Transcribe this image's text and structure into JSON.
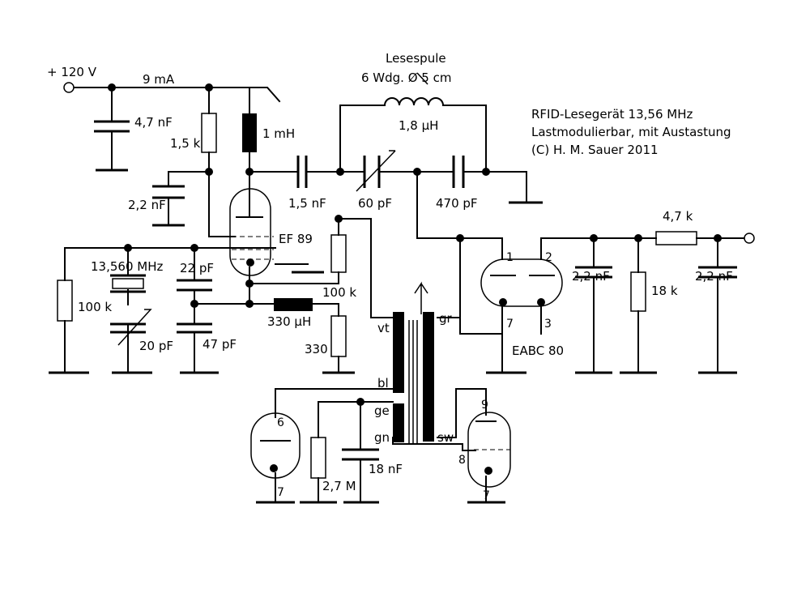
{
  "title": {
    "line1": "RFID-Lesegerät 13,56 MHz",
    "line2": "Lastmodulierbar, mit Austastung",
    "line3": "(C) H. M. Sauer 2011"
  },
  "supply": {
    "voltage": "+ 120 V",
    "current": "9 mA"
  },
  "coil": {
    "name": "Lesespule",
    "spec": "6 Wdg. Ø 5 cm",
    "value": "1,8 µH"
  },
  "components": {
    "c_47n": "4,7 nF",
    "r_15k": "1,5 k",
    "l_1mh": "1 mH",
    "c_22n_screen": "2,2 nF",
    "c_15n": "1,5 nF",
    "c_60p": "60 pF",
    "c_470p": "470 pF",
    "tube_ef89": "EF 89",
    "crystal": "13,560 MHz",
    "r_100k_grid": "100 k",
    "c_22p": "22 pF",
    "c_20p": "20 pF",
    "c_47p": "47 pF",
    "r_100k_g2": "100 k",
    "l_330uh": "330 µH",
    "r_330": "330",
    "r_47k": "4,7 k",
    "c_22n_a": "2,2 nF",
    "r_18k": "18 k",
    "c_22n_b": "2,2 nF",
    "tube_eabc80": "EABC 80",
    "r_27m": "2,7 M",
    "c_18n": "18 nF"
  },
  "pins": {
    "eabc_1": "1",
    "eabc_2": "2",
    "eabc_7": "7",
    "eabc_3": "3",
    "diode_6": "6",
    "diode_7": "7",
    "tri_9": "9",
    "tri_8": "8",
    "tri_7": "7"
  },
  "transformer": {
    "vt": "vt",
    "bl": "bl",
    "ge": "ge",
    "gn": "gn",
    "gr": "gr",
    "sw": "sw"
  }
}
